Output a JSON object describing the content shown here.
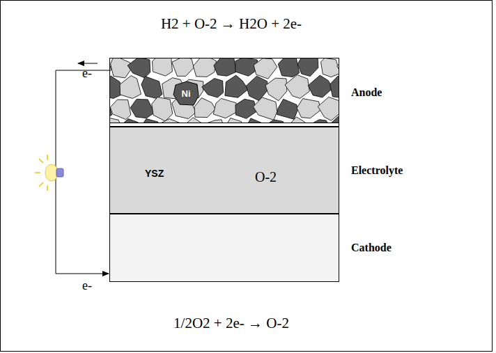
{
  "diagram": {
    "nodes": [
      {
        "text": [
          "Anode"
        ]
      },
      {
        "text": [
          "Ni"
        ],
        "in": 0
      },
      {
        "text": [
          "YSZ",
          "O-2",
          "Electrolyte"
        ]
      },
      {
        "text": [
          "Cathode"
        ]
      }
    ],
    "edges": [
      {
        "from": 0,
        "to": 3,
        "arrow": "to"
      }
    ],
    "labels": [
      "H2 + O-2 → H2O + 2e-",
      "1/2O2 + 2e- → O-2",
      "e-",
      "e-"
    ]
  }
}
